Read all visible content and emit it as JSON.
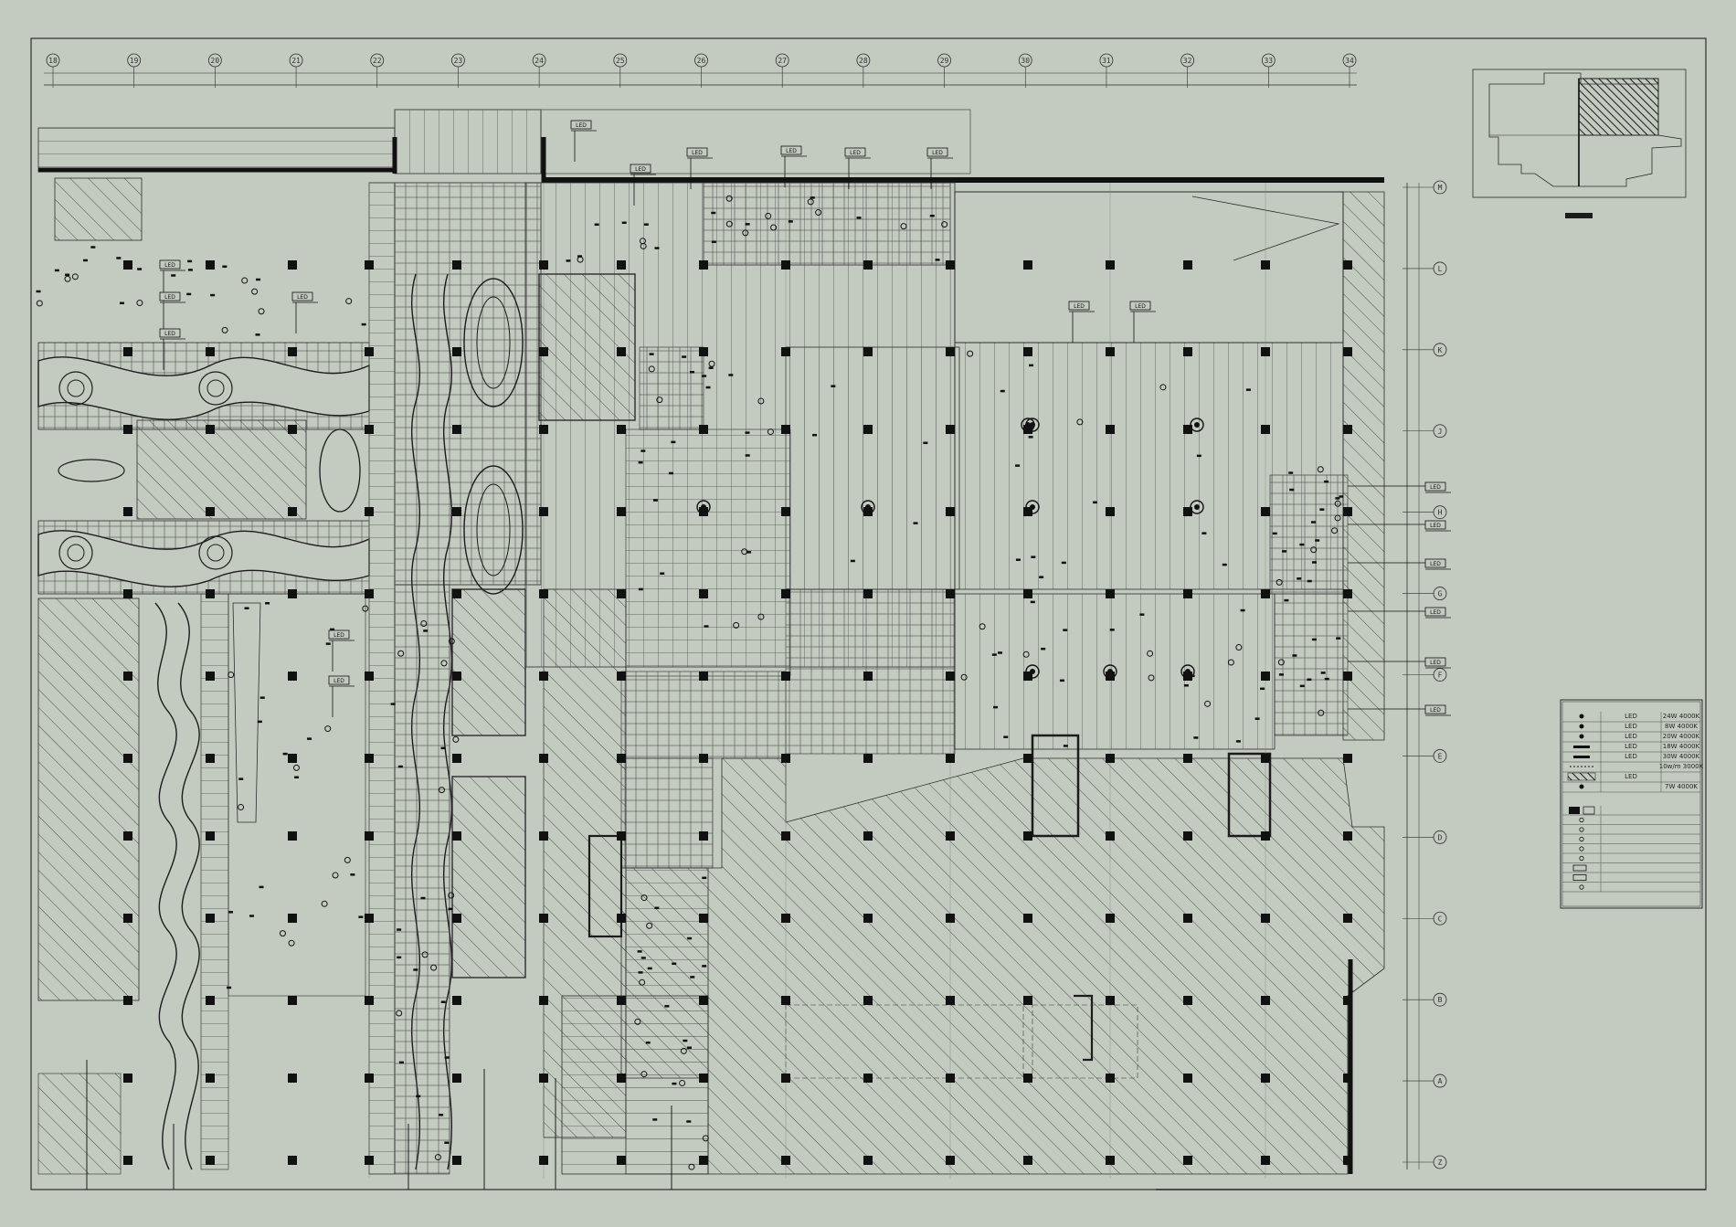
{
  "colors": {
    "background": "#c3cbc0",
    "ink": "#1c1c1c",
    "line": "#2c2c2c",
    "grid": "#7d857a"
  },
  "top_axes": [
    "18",
    "19",
    "20",
    "21",
    "22",
    "23",
    "24",
    "25",
    "26",
    "27",
    "28",
    "29",
    "30",
    "31",
    "32",
    "33",
    "34"
  ],
  "side_axes": [
    "M",
    "L",
    "K",
    "J",
    "H",
    "G",
    "F",
    "E",
    "D",
    "C",
    "B",
    "A",
    "Z"
  ],
  "key_plan": {
    "caption": "",
    "icon": "hatched-quadrant-icon"
  },
  "fixture_tags": [
    "LED",
    "LED",
    "LED",
    "LED",
    "LED",
    "LED",
    "LED",
    "LED",
    "LED",
    "LED",
    "LED",
    "LED",
    "LED",
    "LED",
    "LED",
    "LED",
    "LED",
    "LED",
    "LED",
    "LED"
  ],
  "legend": {
    "title": "",
    "rows": [
      {
        "symbol": "downlight-icon",
        "name": "LED",
        "spec": "24W 4000K"
      },
      {
        "symbol": "downlight-icon",
        "name": "LED",
        "spec": "8W 4000K"
      },
      {
        "symbol": "downlight-icon",
        "name": "LED",
        "spec": "20W 4000K"
      },
      {
        "symbol": "strip-light-icon",
        "name": "LED",
        "spec": "18W 4000K"
      },
      {
        "symbol": "strip-light-icon",
        "name": "LED",
        "spec": "30W 4000K"
      },
      {
        "symbol": "cove-light-icon",
        "name": "",
        "spec": "10w/m 3000K"
      },
      {
        "symbol": "hatch-panel-icon",
        "name": "LED",
        "spec": ""
      },
      {
        "symbol": "spot-icon",
        "name": "",
        "spec": "7W 4000K"
      }
    ],
    "equipment_title": "",
    "equipment_rows": [
      {
        "symbol": "ac-outlet-icon",
        "name": ""
      },
      {
        "symbol": "return-air-icon",
        "name": ""
      },
      {
        "symbol": "smoke-detector-icon",
        "name": ""
      },
      {
        "symbol": "sprinkler-icon",
        "name": ""
      },
      {
        "symbol": "speaker-icon",
        "name": ""
      },
      {
        "symbol": "broadcast-icon",
        "name": ""
      },
      {
        "symbol": "exit-sign-icon",
        "name": ""
      },
      {
        "symbol": "emergency-light-icon",
        "name": ""
      },
      {
        "symbol": "access-panel-icon",
        "name": ""
      }
    ]
  }
}
